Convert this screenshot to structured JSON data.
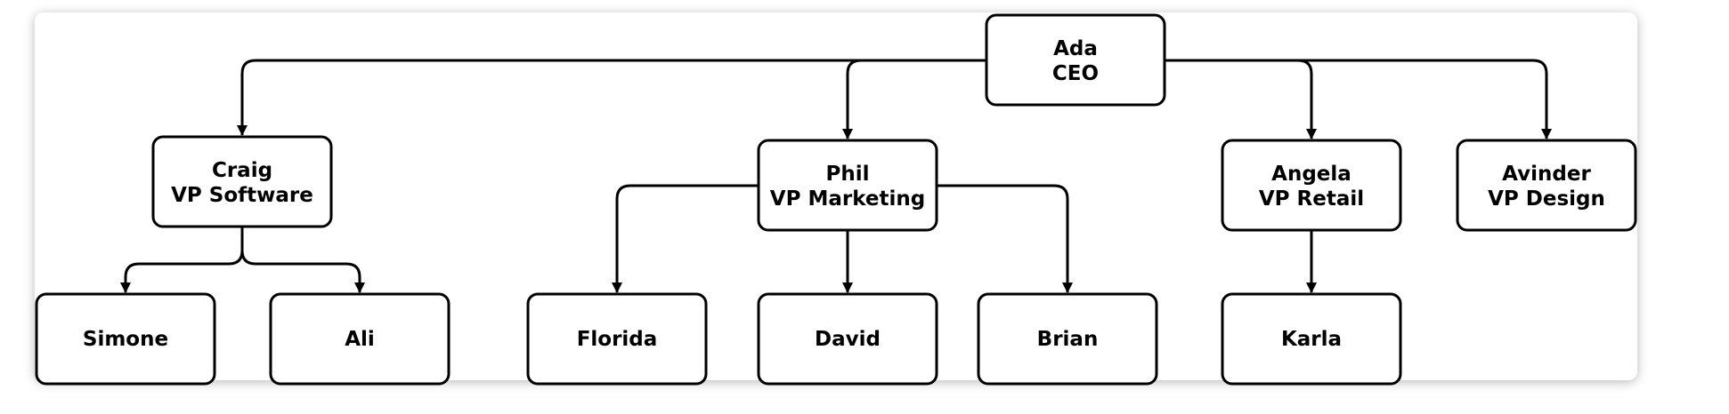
{
  "diagram": {
    "nodes": [
      {
        "id": "ada",
        "name": "Ada",
        "role": "CEO"
      },
      {
        "id": "craig",
        "name": "Craig",
        "role": "VP Software"
      },
      {
        "id": "phil",
        "name": "Phil",
        "role": "VP Marketing"
      },
      {
        "id": "angela",
        "name": "Angela",
        "role": "VP Retail"
      },
      {
        "id": "avinder",
        "name": "Avinder",
        "role": "VP Design"
      },
      {
        "id": "simone",
        "name": "Simone",
        "role": ""
      },
      {
        "id": "ali",
        "name": "Ali",
        "role": ""
      },
      {
        "id": "florida",
        "name": "Florida",
        "role": ""
      },
      {
        "id": "david",
        "name": "David",
        "role": ""
      },
      {
        "id": "brian",
        "name": "Brian",
        "role": ""
      },
      {
        "id": "karla",
        "name": "Karla",
        "role": ""
      }
    ],
    "edges": [
      {
        "from": "ada",
        "to": "craig"
      },
      {
        "from": "ada",
        "to": "phil"
      },
      {
        "from": "ada",
        "to": "angela"
      },
      {
        "from": "ada",
        "to": "avinder"
      },
      {
        "from": "craig",
        "to": "simone"
      },
      {
        "from": "craig",
        "to": "ali"
      },
      {
        "from": "phil",
        "to": "florida"
      },
      {
        "from": "phil",
        "to": "david"
      },
      {
        "from": "phil",
        "to": "brian"
      },
      {
        "from": "angela",
        "to": "karla"
      }
    ]
  }
}
